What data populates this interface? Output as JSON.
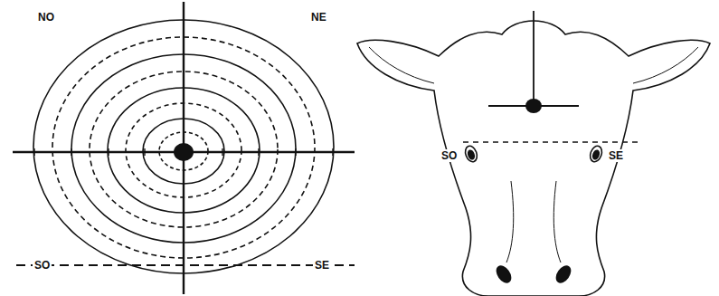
{
  "diagram": {
    "labels": [
      "NO",
      "NE",
      "SO",
      "SE",
      "SO",
      "SE"
    ]
  }
}
